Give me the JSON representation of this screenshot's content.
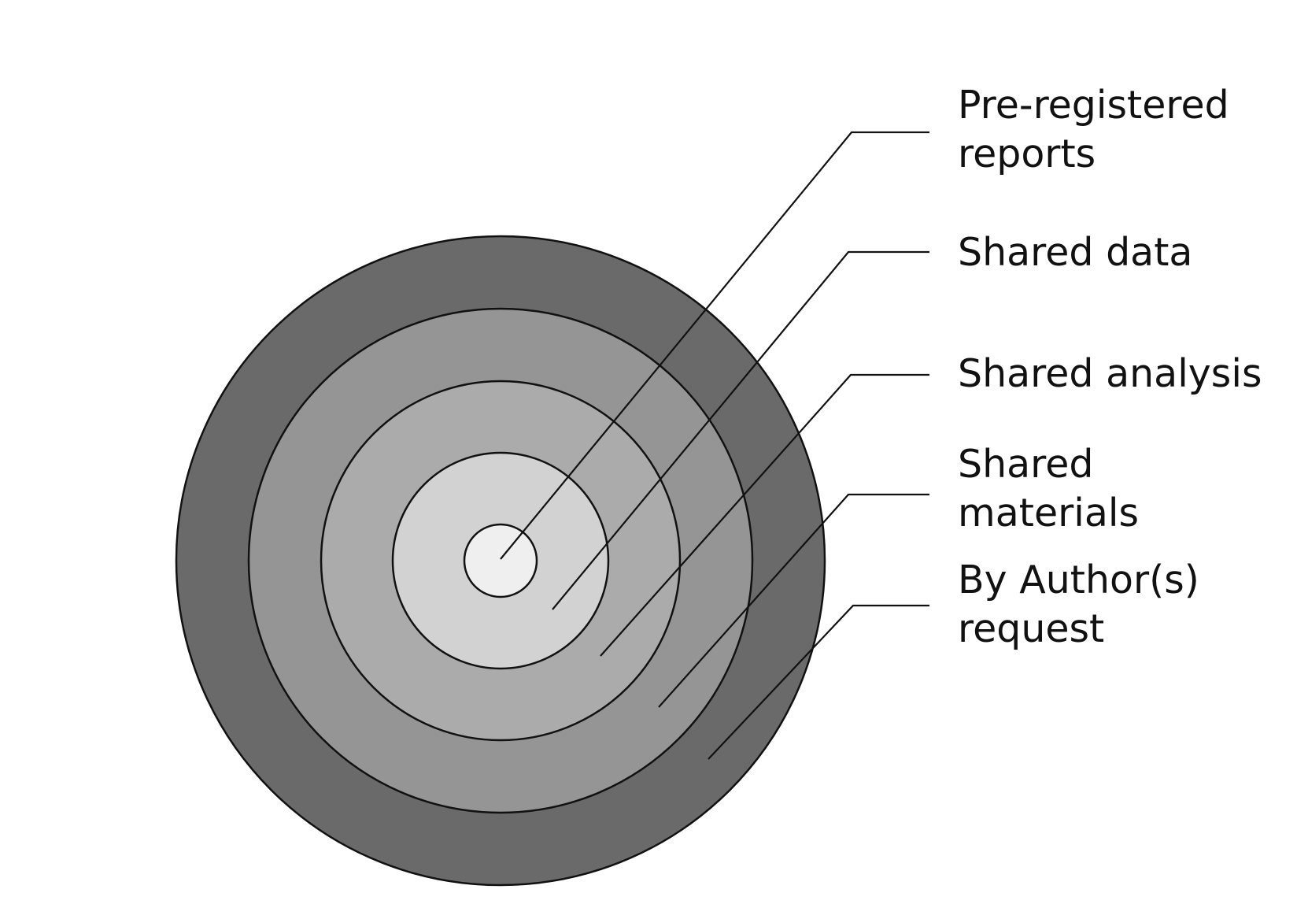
{
  "diagram": {
    "type": "concentric-circles",
    "layers": [
      {
        "id": "by-authors-request",
        "label": "By Author(s)\nrequest",
        "fill": "#6a6a6a"
      },
      {
        "id": "shared-materials",
        "label": "Shared\nmaterials",
        "fill": "#959595"
      },
      {
        "id": "shared-analysis",
        "label": "Shared analysis",
        "fill": "#ababab"
      },
      {
        "id": "shared-data",
        "label": "Shared data",
        "fill": "#d2d2d2"
      },
      {
        "id": "pre-registered-reports",
        "label": "Pre-registered\nreports",
        "fill": "#efefef"
      }
    ],
    "colors": {
      "outline": "#111111",
      "background": "#ffffff"
    }
  }
}
